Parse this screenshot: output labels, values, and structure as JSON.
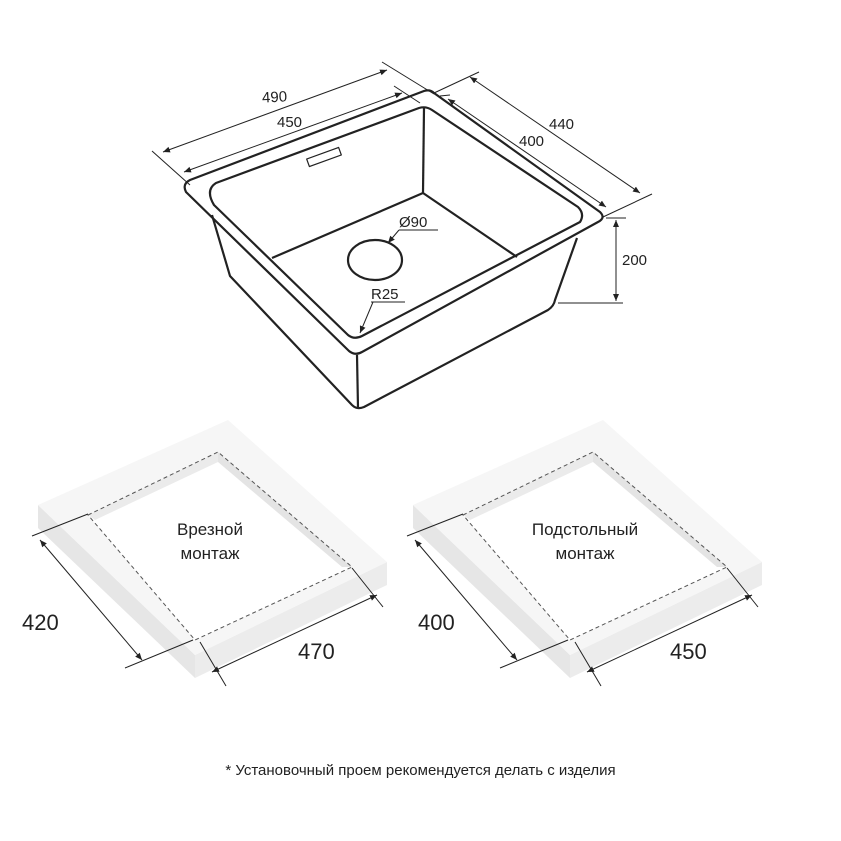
{
  "sink_drawing": {
    "dims": {
      "outer_width": "490",
      "inner_width": "450",
      "outer_depth": "440",
      "inner_depth": "400",
      "height": "200",
      "drain": "Ø90",
      "radius": "R25"
    }
  },
  "mounting": [
    {
      "label_line1": "Врезной",
      "label_line2": "монтаж",
      "depth": "420",
      "width": "470"
    },
    {
      "label_line1": "Подстольный",
      "label_line2": "монтаж",
      "depth": "400",
      "width": "450"
    }
  ],
  "footnote": "* Установочный проем рекомендуется делать с изделия",
  "colors": {
    "line": "#222222",
    "slab_top": "#f7f7f7",
    "slab_side": "#e6e6e6"
  }
}
